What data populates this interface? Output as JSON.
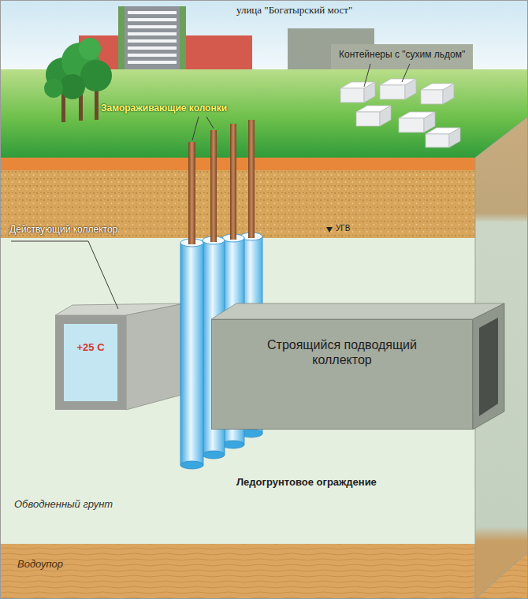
{
  "diagram": {
    "nodes": [
      {
        "text": [
          "Обводненный грунт"
        ]
      },
      {
        "text": [
          "+25 С"
        ],
        "in": 0
      },
      {
        "text": [
          "Строящийся подводящий коллектор"
        ],
        "in": 0
      },
      {
        "text": [
          "Водоупор"
        ]
      }
    ],
    "labels": [
      "улица \"Богатырский мост\"",
      "Контейнеры с \"сухим льдом\"",
      "Замораживающие колонки",
      "Действующий коллектор",
      "УГВ",
      "Ледогрунтовое ограждение"
    ]
  }
}
